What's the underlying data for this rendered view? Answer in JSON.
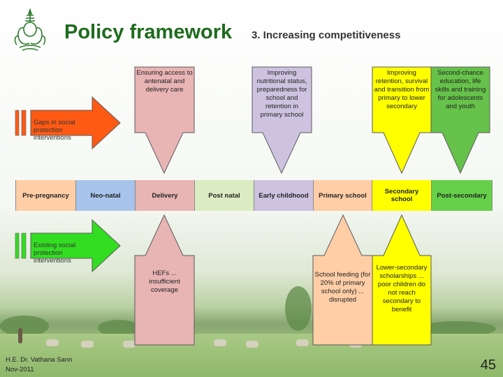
{
  "title": {
    "main": "Policy framework",
    "sub": "3. Increasing competitiveness"
  },
  "top_boxes": [
    "Ensuring access to antenatal and delivery care",
    "Improving nutritional status, preparedness for school and retention in primary school",
    "Improving retention, survival and transition from primary to lower secondary",
    "Second-chance education, life skills and training for adolescents and youth"
  ],
  "gaps_label": "Gaps in social protection interventions",
  "existing_label": "Existing social protection interventions",
  "stages": [
    "Pre-pregnancy",
    "Neo-natal",
    "Delivery",
    "Post natal",
    "Early childhood",
    "Primary school",
    "Secondary school",
    "Post-secondary"
  ],
  "bottom_boxes": [
    "HEFs ... insufficient coverage",
    "School feeding (for 20% of primary school only) ... disrupted",
    "Lower-secondary scholarships ... poor children do not reach secondary to benefit"
  ],
  "footer": {
    "name": "H.E. Dr. Vathana Sann",
    "date": "Nov-2011",
    "page": "45"
  },
  "colors": {
    "title": "#1e6b1e",
    "pink": "#e8b4b4",
    "lavender": "#cdc3e0",
    "yellow": "#ffff00",
    "green": "#66c24a",
    "orange_arrow": "#ff5a14",
    "green_arrow": "#33dd22",
    "blue": "#a8c4ec",
    "light_green": "#dcecc2",
    "light_orange": "#ffcea6",
    "bright_green": "#66d04a"
  },
  "icons": [
    "royal-emblem-icon"
  ]
}
